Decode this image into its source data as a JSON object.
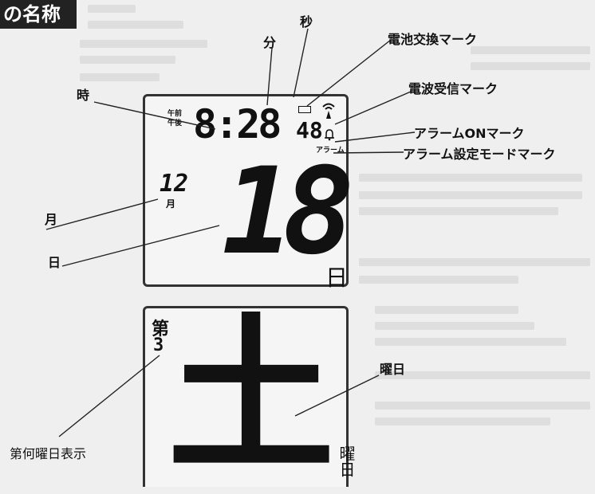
{
  "section_title": "の名称",
  "clock": {
    "am": "午前",
    "pm": "午後",
    "time": "8:28",
    "seconds": "48",
    "month_value": "12",
    "month_unit": "月",
    "day_value": "18",
    "day_unit": "日",
    "alarm_small": "アラーム"
  },
  "weekday_panel": {
    "nth_label": "第",
    "nth_value": "3",
    "weekday_value": "土",
    "weekday_unit": "曜日"
  },
  "callouts": {
    "minute": "分",
    "second": "秒",
    "hour": "時",
    "battery": "電池交換マーク",
    "radio": "電波受信マーク",
    "alarm_on": "アラームONマーク",
    "alarm_mode": "アラーム設定モードマーク",
    "month": "月",
    "day": "日",
    "weekday": "曜日",
    "nth_weekday": "第何曜日表示"
  }
}
